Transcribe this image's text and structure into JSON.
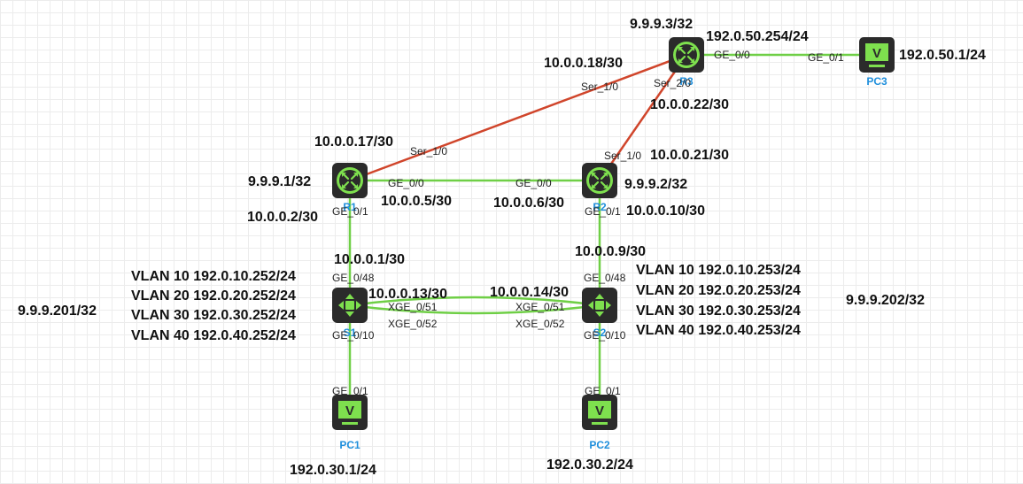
{
  "colors": {
    "ethernet_link": "#6fcf46",
    "serial_link": "#d0452b",
    "device_label": "#1f8fdc",
    "device_body": "#2b2b2b",
    "device_accent": "#7ee04e"
  },
  "devices": {
    "r1": {
      "name": "R1",
      "icon": "router-icon"
    },
    "r2": {
      "name": "R2",
      "icon": "router-icon"
    },
    "r3": {
      "name": "R3",
      "icon": "router-icon"
    },
    "s1": {
      "name": "S1",
      "icon": "switch-icon"
    },
    "s2": {
      "name": "S2",
      "icon": "switch-icon"
    },
    "pc1": {
      "name": "PC1",
      "icon": "pc-icon"
    },
    "pc2": {
      "name": "PC2",
      "icon": "pc-icon"
    },
    "pc3": {
      "name": "PC3",
      "icon": "pc-icon"
    }
  },
  "ports": {
    "r3_ser2": "Ser_2/0",
    "r3_ge00": "GE_0/0",
    "pc3_ge01": "GE_0/1",
    "r1_ser10": "Ser_1/0",
    "r3_ser10": "Ser_1/0",
    "r2_ser10": "Ser_1/0",
    "r1_ge00": "GE_0/0",
    "r2_ge00": "GE_0/0",
    "r1_ge01": "GE_0/1",
    "r2_ge01": "GE_0/1",
    "s1_ge048": "GE_0/48",
    "s2_ge048": "GE_0/48",
    "s1_xge051": "XGE_0/51",
    "s1_xge052": "XGE_0/52",
    "s2_xge051": "XGE_0/51",
    "s2_xge052": "XGE_0/52",
    "s1_ge010": "GE_0/10",
    "s2_ge010": "GE_0/10",
    "pc1_ge01": "GE_0/1",
    "pc2_ge01": "GE_0/1"
  },
  "addresses": {
    "r3_loopback": "9.9.9.3/32",
    "r3_ge00": "192.0.50.254/24",
    "pc3_ip": "192.0.50.1/24",
    "r3_ser10": "10.0.0.18/30",
    "r3_ser20": "10.0.0.22/30",
    "r1_ser10": "10.0.0.17/30",
    "r2_ser10": "10.0.0.21/30",
    "r1_loopback": "9.9.9.1/32",
    "r1_ge00": "10.0.0.5/30",
    "r2_ge00": "10.0.0.6/30",
    "r2_loopback": "9.9.9.2/32",
    "r1_ge01": "10.0.0.2/30",
    "r2_ge01": "10.0.0.10/30",
    "s1_ge048": "10.0.0.1/30",
    "s2_ge048": "10.0.0.9/30",
    "s1_vlans": [
      "VLAN 10 192.0.10.252/24",
      "VLAN 20 192.0.20.252/24",
      "VLAN 30 192.0.30.252/24",
      "VLAN 40 192.0.40.252/24"
    ],
    "s2_vlans": [
      "VLAN 10 192.0.10.253/24",
      "VLAN 20 192.0.20.253/24",
      "VLAN 30 192.0.30.253/24",
      "VLAN 40 192.0.40.253/24"
    ],
    "s1_xge": "10.0.0.13/30",
    "s2_xge": "10.0.0.14/30",
    "s1_loopback": "9.9.9.201/32",
    "s2_loopback": "9.9.9.202/32",
    "pc1_ip": "192.0.30.1/24",
    "pc2_ip": "192.0.30.2/24"
  }
}
